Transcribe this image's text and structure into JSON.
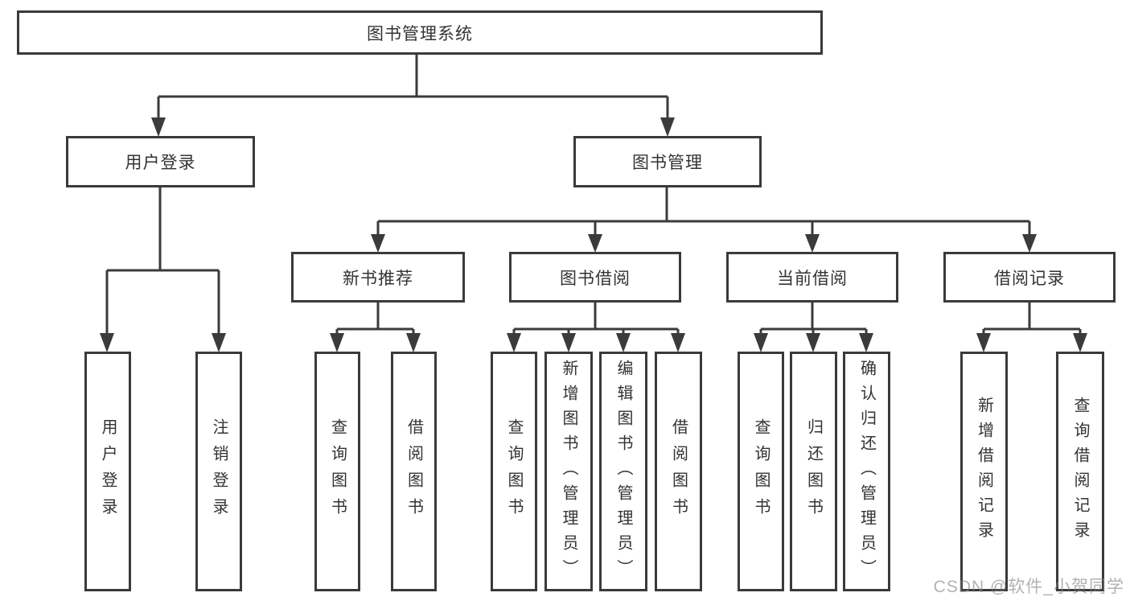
{
  "diagram_title": "图书管理系统",
  "tree": {
    "label": "图书管理系统",
    "children": [
      {
        "label": "用户登录",
        "children": [
          {
            "label": "用户登录"
          },
          {
            "label": "注销登录"
          }
        ]
      },
      {
        "label": "图书管理",
        "children": [
          {
            "label": "新书推荐",
            "children": [
              {
                "label": "查询图书"
              },
              {
                "label": "借阅图书"
              }
            ]
          },
          {
            "label": "图书借阅",
            "children": [
              {
                "label": "查询图书"
              },
              {
                "label": "新增图书（管理员）"
              },
              {
                "label": "编辑图书（管理员）"
              },
              {
                "label": "借阅图书"
              }
            ]
          },
          {
            "label": "当前借阅",
            "children": [
              {
                "label": "查询图书"
              },
              {
                "label": "归还图书"
              },
              {
                "label": "确认归还（管理员）"
              }
            ]
          },
          {
            "label": "借阅记录",
            "children": [
              {
                "label": "新增借阅记录"
              },
              {
                "label": "查询借阅记录"
              }
            ]
          }
        ]
      }
    ]
  },
  "watermark": "CSDN @软件_小贺同学",
  "colors": {
    "line": "#3b3b3b",
    "box_border": "#3a3a3a",
    "text": "#333333",
    "background": "#ffffff",
    "watermark": "#9e9e9e"
  }
}
